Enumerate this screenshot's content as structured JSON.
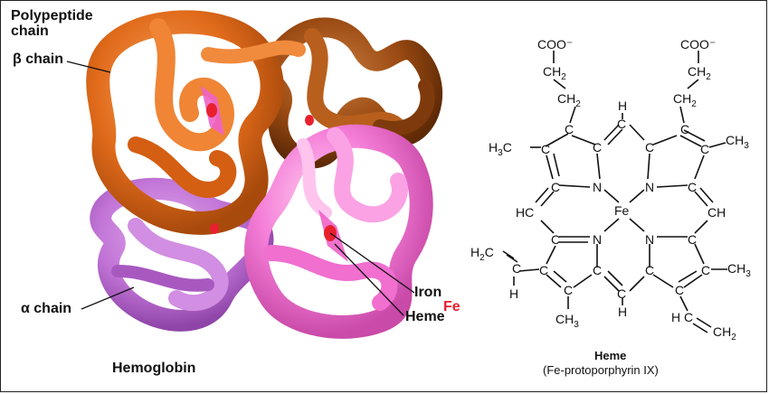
{
  "labels": {
    "polypeptide_line1": "Polypeptide",
    "polypeptide_line2": "chain",
    "beta_chain": "β chain",
    "alpha_chain": "α chain",
    "iron": "Iron",
    "fe": "Fe",
    "heme": "Heme",
    "hemoglobin": "Hemoglobin"
  },
  "structure": {
    "title": "Heme",
    "subtitle": "(Fe-protoporphyrin IX)",
    "atoms": {
      "coo_left": "COO⁻",
      "coo_right": "COO⁻",
      "ch2": "CH",
      "h3c": "H",
      "ch3": "CH",
      "n": "N",
      "fe": "Fe",
      "c": "C",
      "h": "H",
      "hc": "HC",
      "ch": "CH"
    }
  },
  "colors": {
    "beta_orange": "#e06a1a",
    "beta_brown": "#9a4a12",
    "alpha_violet": "#c174d6",
    "alpha_pink": "#f57ed8",
    "heme_red": "#e8202e",
    "heme_disk": "#ee63c8"
  }
}
